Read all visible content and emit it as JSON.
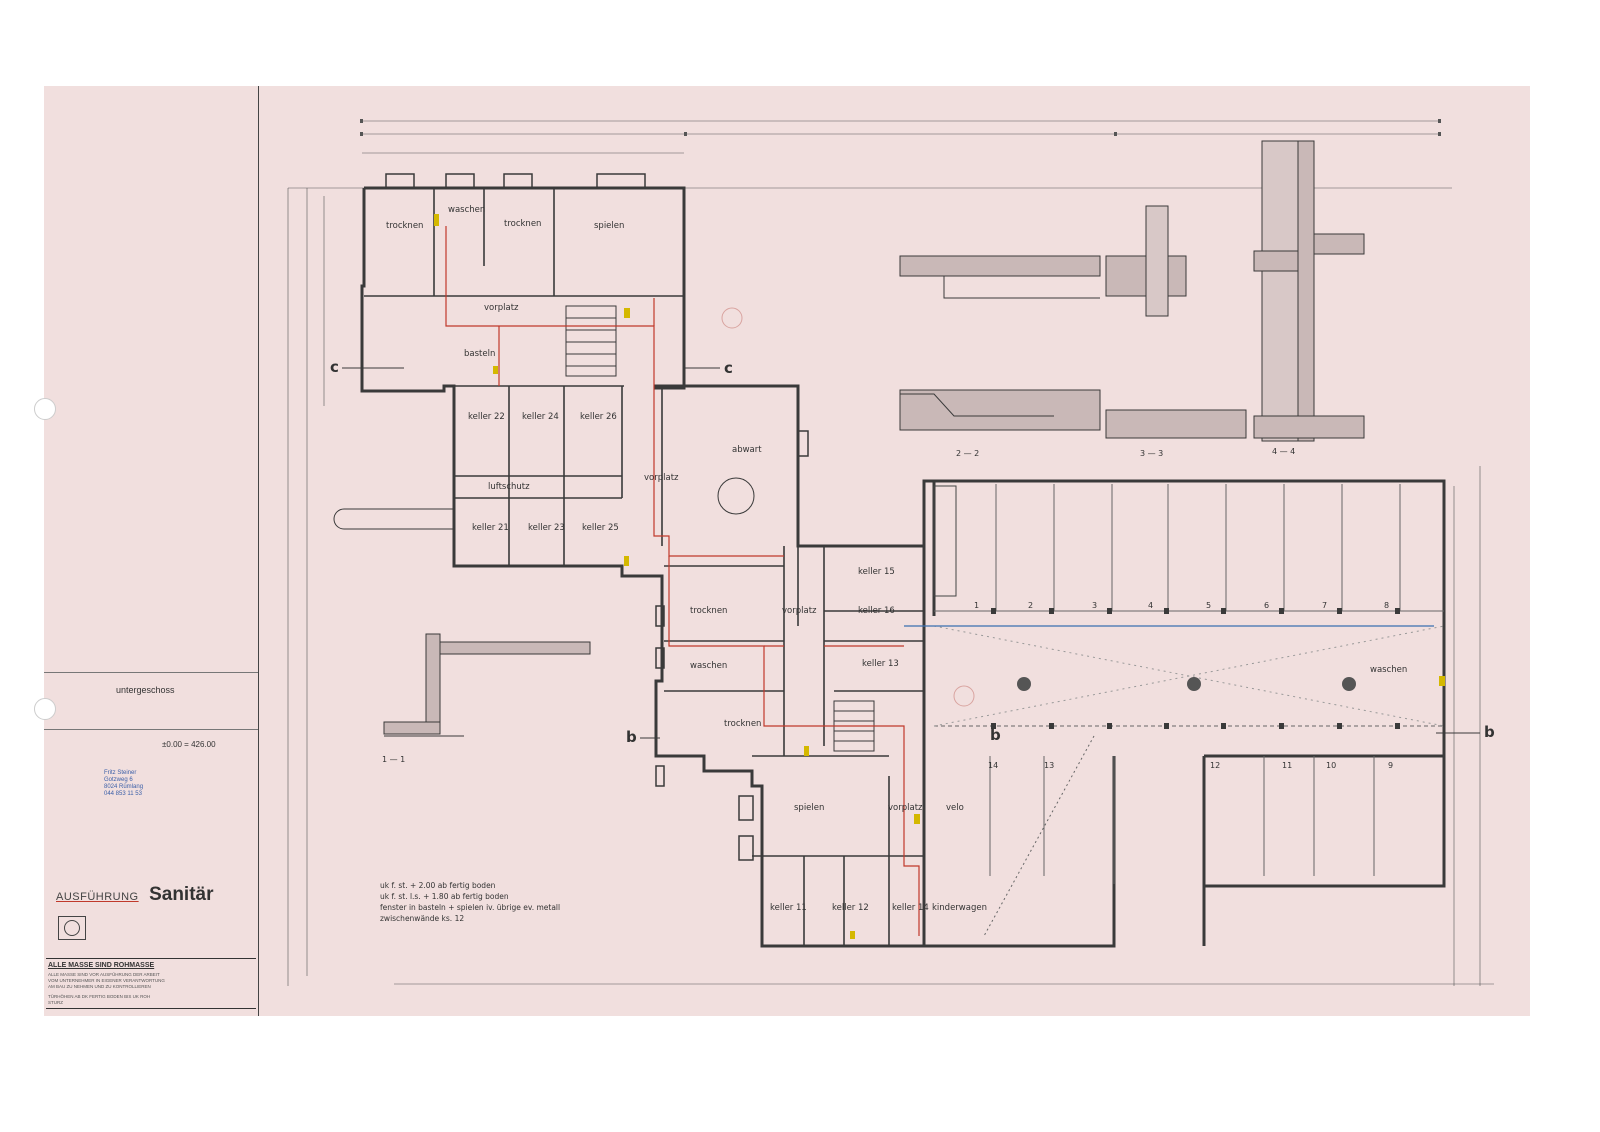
{
  "title_block": {
    "storey": "untergeschoss",
    "level": "±0.00 = 426.00",
    "company": "Fritz Steiner",
    "company_line2": "Gotzweg 6",
    "company_line3": "8024 Rümlang",
    "phone": "044 853 11 53",
    "execution_label": "AUSFÜHRUNG",
    "execution_value": "Sanitär",
    "note_heading": "ALLE MASSE SIND ROHMASSE",
    "note_lines": [
      "ALLE MASSE SIND VOR AUSFÜHRUNG DER ARBEIT",
      "VOM UNTERNEHMER IN EIGENER VERANTWORTUNG",
      "AM BAU ZU NEHMEN UND ZU KONTROLLIEREN",
      "TÜRHÖHEN AB DK FERTIG BODEN BIS UK ROH",
      "STURZ"
    ]
  },
  "notes": [
    "uk f. st.  + 2.00 ab fertig boden",
    "uk f. st. l.s. + 1.80 ab fertig boden",
    "fenster in basteln + spielen iv. übrige ev. metall",
    "zwischenwände  ks. 12"
  ],
  "rooms": [
    {
      "id": "trocknen-1",
      "label": "trocknen"
    },
    {
      "id": "waschen-1",
      "label": "waschen"
    },
    {
      "id": "trocknen-2",
      "label": "trocknen"
    },
    {
      "id": "spielen-1",
      "label": "spielen"
    },
    {
      "id": "vorplatz-1",
      "label": "vorplatz"
    },
    {
      "id": "basteln",
      "label": "basteln"
    },
    {
      "id": "keller-22",
      "label": "keller 22"
    },
    {
      "id": "keller-24",
      "label": "keller 24"
    },
    {
      "id": "keller-26",
      "label": "keller 26"
    },
    {
      "id": "luftschutz",
      "label": "luftschutz"
    },
    {
      "id": "keller-21",
      "label": "keller 21"
    },
    {
      "id": "keller-23",
      "label": "keller 23"
    },
    {
      "id": "keller-25",
      "label": "keller 25"
    },
    {
      "id": "abwart",
      "label": "abwart"
    },
    {
      "id": "vorplatz-2",
      "label": "vorplatz"
    },
    {
      "id": "trocknen-3",
      "label": "trocknen"
    },
    {
      "id": "vorplatz-3",
      "label": "vorplatz"
    },
    {
      "id": "keller-15",
      "label": "keller 15"
    },
    {
      "id": "keller-16",
      "label": "keller 16"
    },
    {
      "id": "waschen-2",
      "label": "waschen"
    },
    {
      "id": "keller-13",
      "label": "keller 13"
    },
    {
      "id": "trocknen-4",
      "label": "trocknen"
    },
    {
      "id": "spielen-2",
      "label": "spielen"
    },
    {
      "id": "vorplatz-4",
      "label": "vorplatz"
    },
    {
      "id": "velo",
      "label": "velo"
    },
    {
      "id": "keller-11",
      "label": "keller 11"
    },
    {
      "id": "keller-12",
      "label": "keller 12"
    },
    {
      "id": "keller-14",
      "label": "keller 14"
    },
    {
      "id": "kinderwagen",
      "label": "kinderwagen"
    },
    {
      "id": "waschen-3",
      "label": "waschen"
    }
  ],
  "section_marks": {
    "c_left": "c",
    "c_right": "c",
    "b_left": "b",
    "b_mid": "b",
    "b_right": "b"
  },
  "detail_labels": [
    "2 — 2",
    "3 — 3",
    "4 — 4",
    "1 — 1"
  ],
  "parking_numbers": [
    "1",
    "2",
    "3",
    "4",
    "5",
    "6",
    "7",
    "8",
    "9",
    "10",
    "11",
    "12",
    "13",
    "14"
  ],
  "colors": {
    "sheet": "#f1dfde",
    "wall": "#3a3a3a",
    "sanitary_line": "#c0392b",
    "accent_yellow": "#d4b800"
  }
}
